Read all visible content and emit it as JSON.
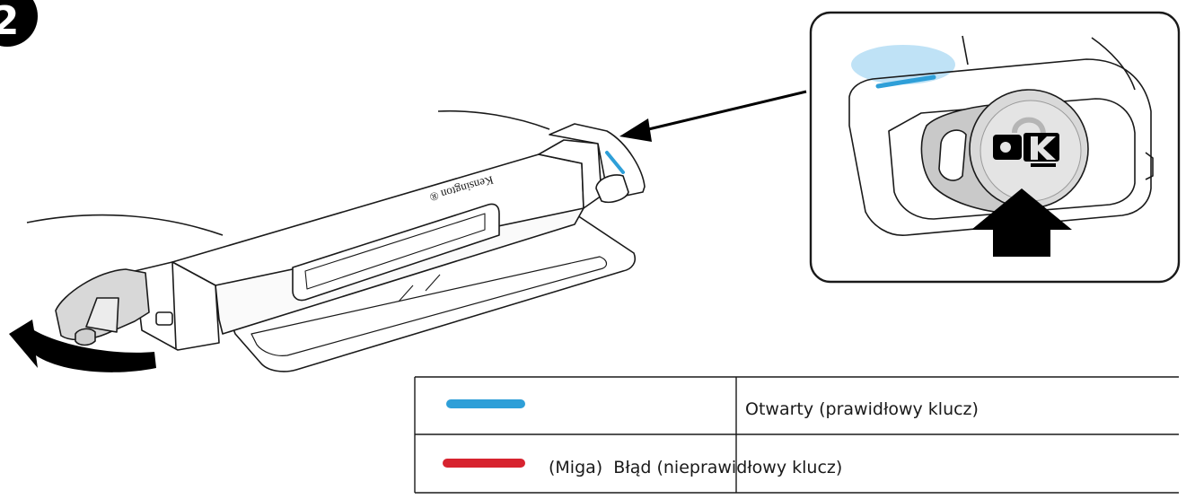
{
  "step": {
    "number": "2"
  },
  "device": {
    "brand": "Kensington ®"
  },
  "colors": {
    "line": "#1a1a1a",
    "led_blue": "#2e9fd8",
    "led_glow": "#a9d8f3",
    "led_red": "#d7232f",
    "key_grey": "#c9c9c9",
    "black": "#000000"
  },
  "icons": {
    "step_badge": "step-number-badge",
    "callout_arrow": "callout-arrow-icon",
    "rotate_arrow": "rotate-arrow-icon",
    "press_arrow": "press-arrow-icon",
    "lock_logo": "kensington-k-lock-icon"
  },
  "legend": {
    "rows": [
      {
        "led_color": "#2e9fd8",
        "label": "Otwarty (prawidłowy klucz)"
      },
      {
        "led_color": "#d7232f",
        "label": "(Miga)  Błąd (nieprawidłowy klucz)"
      }
    ]
  }
}
